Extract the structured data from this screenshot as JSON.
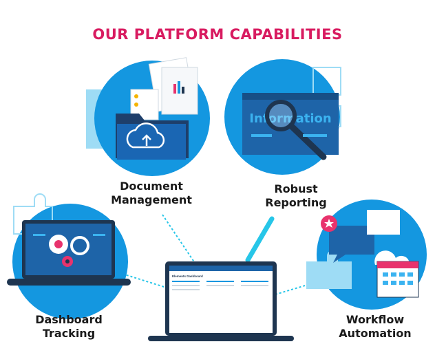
{
  "title": "OUR PLATFORM CAPABILITIES",
  "colors": {
    "title": "#d81b60",
    "circle": "#1497e0",
    "circle_light": "#3bb3f0",
    "dark": "#1e3550",
    "puzzle": "#9edcf5",
    "accent": "#e8336d",
    "cyan": "#27c6e8"
  },
  "features": {
    "document": {
      "line1": "Document",
      "line2": "Management",
      "icon": "cloud-upload-folder-icon"
    },
    "reporting": {
      "line1": "Robust",
      "line2": "Reporting",
      "icon": "magnifier-icon",
      "screen_word": "Information"
    },
    "dashboard": {
      "line1": "Dashboard",
      "line2": "Tracking",
      "icon": "gears-icon"
    },
    "workflow": {
      "line1": "Workflow",
      "line2": "Automation",
      "icon": "calendar-icon"
    }
  },
  "laptop": {
    "screen_title": "Elements Dashboard"
  }
}
